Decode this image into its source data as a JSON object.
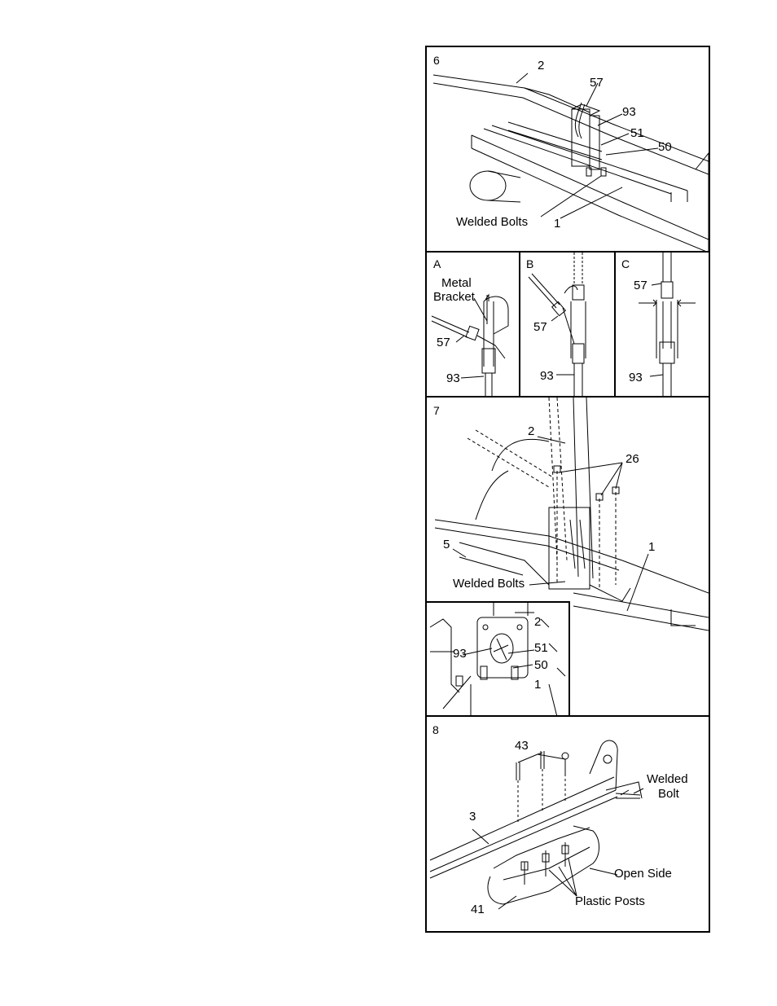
{
  "step6": {
    "number": "6",
    "labels": {
      "part2": "2",
      "part57": "57",
      "part93": "93",
      "part51": "51",
      "part50": "50",
      "welded_bolts": "Welded Bolts",
      "part1": "1"
    }
  },
  "detail_a": {
    "letter": "A",
    "metal_bracket_line1": "Metal",
    "metal_bracket_line2": "Bracket",
    "part57": "57",
    "part93": "93"
  },
  "detail_b": {
    "letter": "B",
    "part57": "57",
    "part93": "93"
  },
  "detail_c": {
    "letter": "C",
    "part57": "57",
    "part93": "93"
  },
  "step7": {
    "number": "7",
    "labels": {
      "part2": "2",
      "part26": "26",
      "part1": "1",
      "part5": "5",
      "welded_bolts": "Welded Bolts"
    },
    "inset": {
      "part2": "2",
      "part93": "93",
      "part51": "51",
      "part50": "50",
      "part1": "1"
    }
  },
  "step8": {
    "number": "8",
    "labels": {
      "part43": "43",
      "welded_line1": "Welded",
      "welded_line2": "Bolt",
      "part3": "3",
      "open_side": "Open Side",
      "part41": "41",
      "plastic_posts": "Plastic Posts"
    }
  }
}
